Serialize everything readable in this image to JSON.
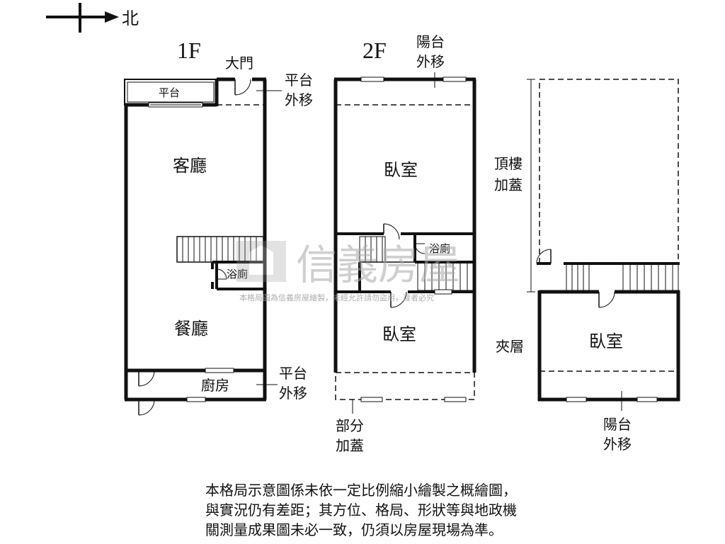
{
  "compass": {
    "north_label": "北"
  },
  "floors": {
    "first": "1F",
    "second": "2F"
  },
  "floor1": {
    "main_door": "大門",
    "platform": "平台",
    "platform_moved_top": [
      "平台",
      "外移"
    ],
    "living_room": "客廳",
    "bathroom": "浴廁",
    "dining_room": "餐廳",
    "kitchen": "廚房",
    "platform_moved_bottom": [
      "平台",
      "外移"
    ]
  },
  "floor2": {
    "balcony_moved": [
      "陽台",
      "外移"
    ],
    "bedroom_top": "臥室",
    "bathroom": "浴廁",
    "bedroom_bottom": "臥室",
    "partial_addition": [
      "部分",
      "加蓋"
    ]
  },
  "floor3": {
    "rooftop_addition": [
      "頂樓",
      "加蓋"
    ],
    "mezzanine": "夾層",
    "bedroom": "臥室",
    "balcony_moved": [
      "陽台",
      "外移"
    ]
  },
  "watermark": {
    "brand": "信義房屋",
    "notice": "本格局圖為信義房屋繪製，未經允許請勿盜用，違者必究"
  },
  "disclaimer": [
    "本格局示意圖係未依一定比例縮小繪製之概繪圖，",
    "與實況仍有差距；其方位、格局、形狀等與地政機",
    "關測量成果圖未必一致，仍須以房屋現場為準。"
  ]
}
